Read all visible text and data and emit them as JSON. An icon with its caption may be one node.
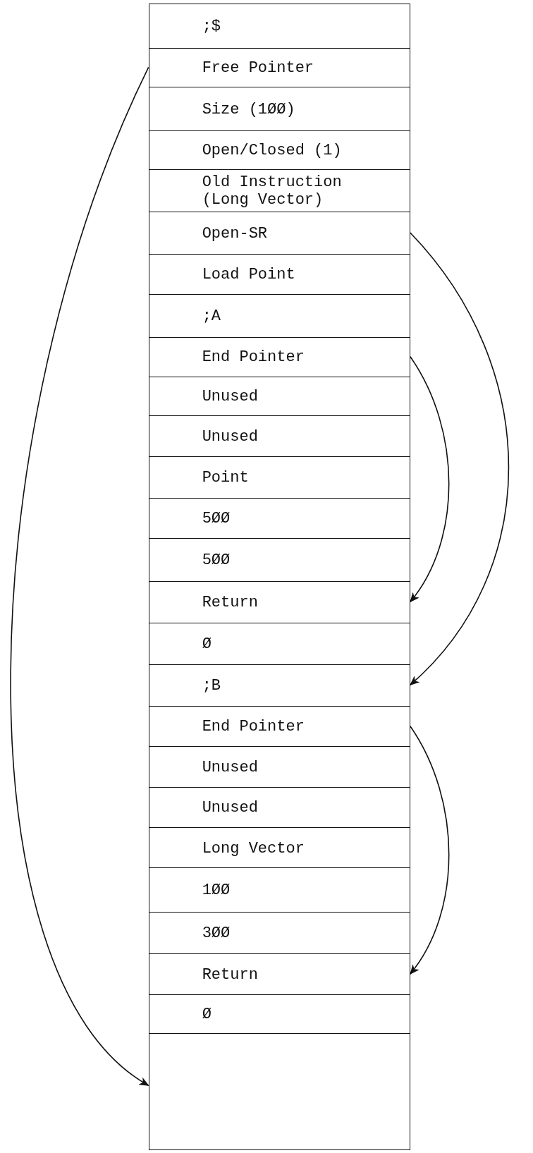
{
  "diagram": {
    "nodes": [
      {
        "text": [
          ";$"
        ]
      },
      {
        "text": [
          "Free Pointer"
        ]
      },
      {
        "text": [
          "Size (1ØØ)"
        ]
      },
      {
        "text": [
          "Open/Closed (1)"
        ]
      },
      {
        "text": [
          "Old Instruction (Long Vector)"
        ]
      },
      {
        "text": [
          "Open-SR"
        ]
      },
      {
        "text": [
          "Load Point"
        ]
      },
      {
        "text": [
          ";A"
        ]
      },
      {
        "text": [
          "End Pointer"
        ]
      },
      {
        "text": [
          "Unused"
        ]
      },
      {
        "text": [
          "Unused"
        ]
      },
      {
        "text": [
          "Point"
        ]
      },
      {
        "text": [
          "5ØØ"
        ]
      },
      {
        "text": [
          "5ØØ"
        ]
      },
      {
        "text": [
          "Return"
        ]
      },
      {
        "text": [
          "Ø"
        ]
      },
      {
        "text": [
          ";B"
        ]
      },
      {
        "text": [
          "End Pointer"
        ]
      },
      {
        "text": [
          "Unused"
        ]
      },
      {
        "text": [
          "Unused"
        ]
      },
      {
        "text": [
          "Long Vector"
        ]
      },
      {
        "text": [
          "1ØØ"
        ]
      },
      {
        "text": [
          "3ØØ"
        ]
      },
      {
        "text": [
          "Return"
        ]
      },
      {
        "text": [
          "Ø"
        ]
      },
      {
        "text": [],
        "shape": "box"
      }
    ],
    "edges": [
      {
        "from": 1,
        "to": 25,
        "arrow": "to"
      },
      {
        "from": 5,
        "to": 16,
        "arrow": "to"
      },
      {
        "from": 8,
        "to": 14,
        "arrow": "to"
      },
      {
        "from": 17,
        "to": 23,
        "arrow": "to"
      }
    ]
  }
}
